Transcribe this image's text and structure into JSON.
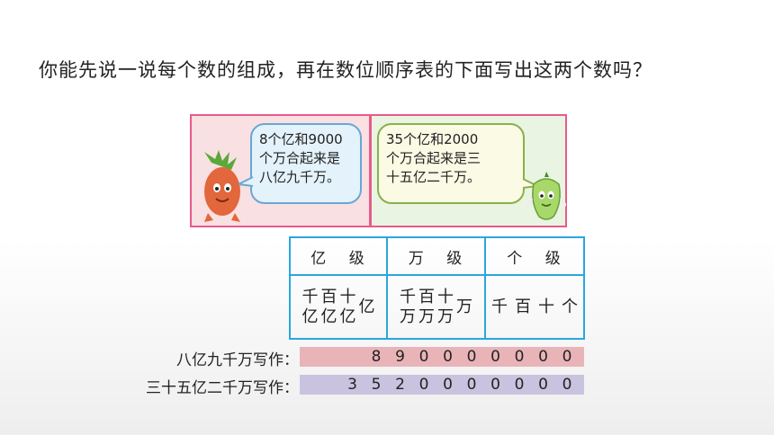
{
  "question": "你能先说一说每个数的组成，再在数位顺序表的下面写出这两个数吗？",
  "bubble_left": [
    "8个亿和9000",
    "个万合起来是",
    "八亿九千万。"
  ],
  "bubble_right": [
    "35个亿和2000",
    "个万合起来是三",
    "十五亿二千万。"
  ],
  "table": {
    "headers": [
      "亿  级",
      "万  级",
      "个  级"
    ],
    "yi_places": [
      [
        "千",
        "亿"
      ],
      [
        "百",
        "亿"
      ],
      [
        "十",
        "亿"
      ],
      [
        "亿"
      ]
    ],
    "wan_places": [
      [
        "千",
        "万"
      ],
      [
        "百",
        "万"
      ],
      [
        "十",
        "万"
      ],
      [
        "万"
      ]
    ],
    "ge_places": [
      [
        "千"
      ],
      [
        "百"
      ],
      [
        "十"
      ],
      [
        "个"
      ]
    ]
  },
  "rows": [
    {
      "label": "八亿九千万写作：",
      "digits": [
        "8",
        "9",
        "0",
        "0",
        "0",
        "0",
        "0",
        "0",
        "0"
      ]
    },
    {
      "label": "三十五亿二千万写作：",
      "digits": [
        "3",
        "5",
        "2",
        "0",
        "0",
        "0",
        "0",
        "0",
        "0",
        "0"
      ]
    }
  ],
  "colors": {
    "border_pink": "#e85a8a",
    "table_blue": "#2aa6de",
    "bar1": "#e9b4b8",
    "bar2": "#c9c3e0"
  }
}
